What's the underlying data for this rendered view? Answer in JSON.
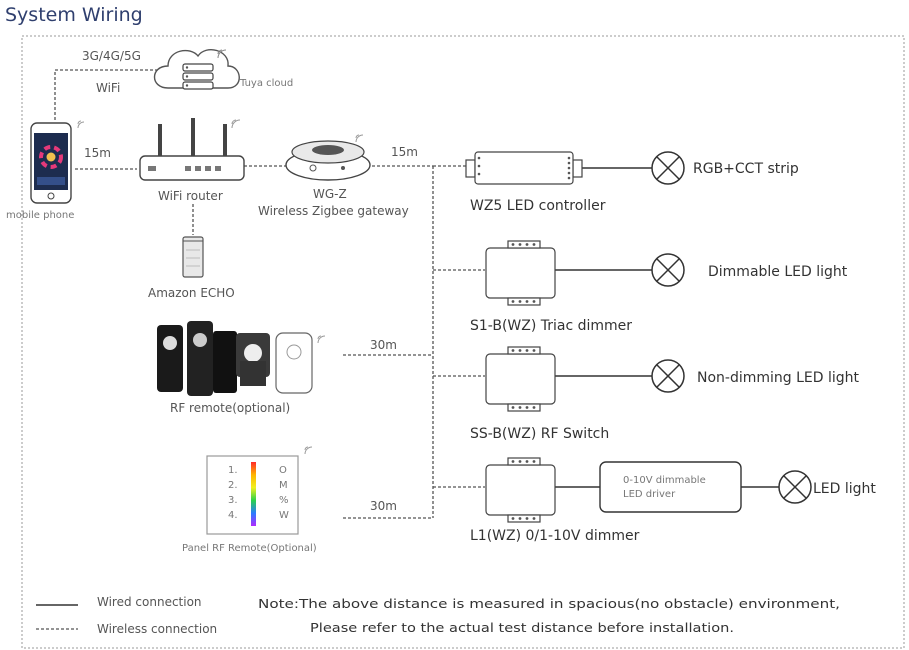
{
  "title": "System Wiring",
  "colors": {
    "title": "#2f3f6e",
    "border": "#9a9a9a",
    "line": "#333333"
  },
  "network": {
    "line1": "3G/4G/5G",
    "line2": "WiFi"
  },
  "cloud": {
    "label": "Tuya cloud",
    "icon": "cloud-server-icon"
  },
  "phone": {
    "label": "mobile phone",
    "icon": "smartphone-icon"
  },
  "router": {
    "label": "WiFi router",
    "icon": "wifi-router-icon"
  },
  "echo": {
    "label": "Amazon ECHO",
    "icon": "smart-speaker-icon"
  },
  "gateway": {
    "name": "WG-Z",
    "label": "Wireless Zigbee gateway",
    "icon": "zigbee-gateway-icon"
  },
  "distances": {
    "phone_router": "15m",
    "gateway_bus": "15m",
    "rf_remote": "30m",
    "panel_remote": "30m"
  },
  "rf_remote": {
    "label": "RF remote(optional)"
  },
  "panel_remote": {
    "label": "Panel RF Remote(Optional)",
    "keys_left": [
      "1.",
      "2.",
      "3.",
      "4."
    ],
    "keys_right": [
      "O",
      "M",
      "%",
      "W"
    ]
  },
  "devices": [
    {
      "name": "WZ5 LED controller",
      "load": "RGB+CCT strip"
    },
    {
      "name": "S1-B(WZ) Triac dimmer",
      "load": "Dimmable LED  light"
    },
    {
      "name": "SS-B(WZ) RF Switch",
      "load": "Non-dimming LED light"
    },
    {
      "name": "L1(WZ)  0/1-10V dimmer",
      "load": "LED light"
    }
  ],
  "driver": {
    "line1": "0-10V dimmable",
    "line2": "LED   driver"
  },
  "legend": {
    "wired": "Wired connection",
    "wireless": "Wireless connection"
  },
  "note": {
    "line1": "Note:The above distance is measured in spacious(no obstacle) environment,",
    "line2": "Please refer to the actual test distance before installation."
  }
}
